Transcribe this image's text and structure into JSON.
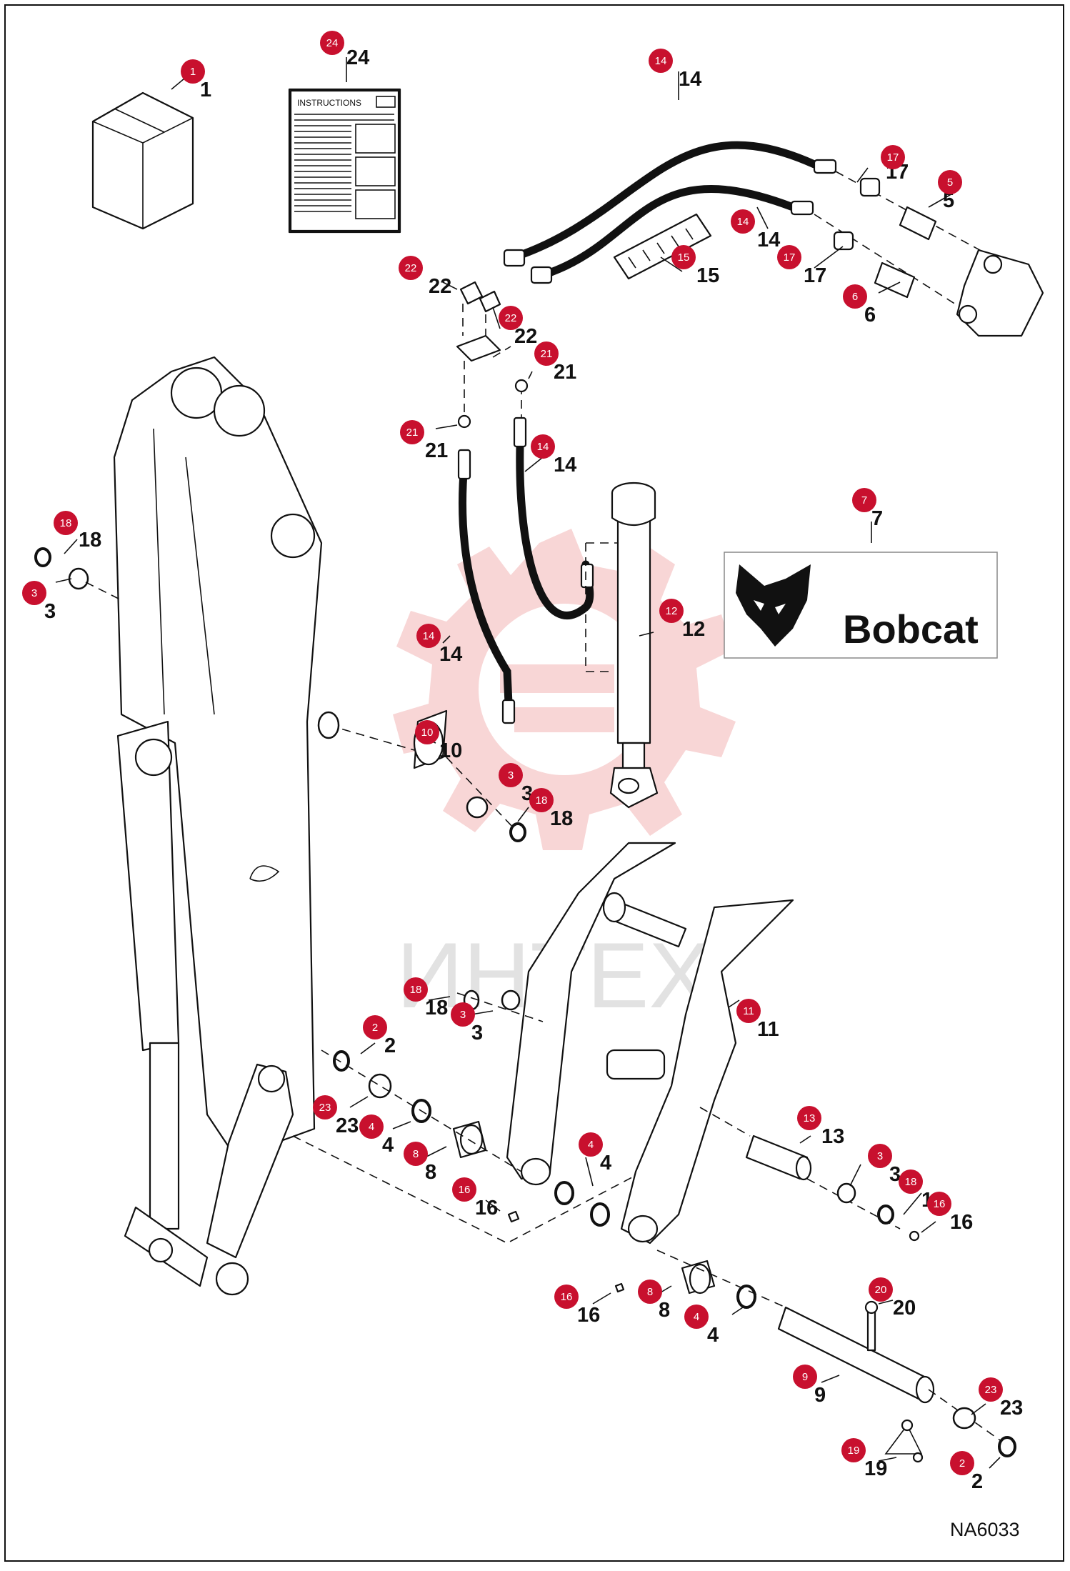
{
  "diagram": {
    "drawing_code": "NA6033",
    "instructions_label": "INSTRUCTIONS",
    "logo_text": "Bobcat",
    "watermark_text": "ИНТЕХ",
    "callouts": [
      {
        "id": "c1",
        "number": "1"
      },
      {
        "id": "c24",
        "number": "24"
      },
      {
        "id": "c14a",
        "number": "14"
      },
      {
        "id": "c17a",
        "number": "17"
      },
      {
        "id": "c5",
        "number": "5"
      },
      {
        "id": "c14b",
        "number": "14"
      },
      {
        "id": "c17b",
        "number": "17"
      },
      {
        "id": "c15",
        "number": "15"
      },
      {
        "id": "c6",
        "number": "6"
      },
      {
        "id": "c22a",
        "number": "22"
      },
      {
        "id": "c22b",
        "number": "22"
      },
      {
        "id": "c21a",
        "number": "21"
      },
      {
        "id": "c21b",
        "number": "21"
      },
      {
        "id": "c14c",
        "number": "14"
      },
      {
        "id": "c7",
        "number": "7"
      },
      {
        "id": "c18a",
        "number": "18"
      },
      {
        "id": "c3a",
        "number": "3"
      },
      {
        "id": "c12",
        "number": "12"
      },
      {
        "id": "c14d",
        "number": "14"
      },
      {
        "id": "c10",
        "number": "10"
      },
      {
        "id": "c3b",
        "number": "3"
      },
      {
        "id": "c18b",
        "number": "18"
      },
      {
        "id": "c18c",
        "number": "18"
      },
      {
        "id": "c3c",
        "number": "3"
      },
      {
        "id": "c11",
        "number": "11"
      },
      {
        "id": "c2a",
        "number": "2"
      },
      {
        "id": "c23a",
        "number": "23"
      },
      {
        "id": "c4a",
        "number": "4"
      },
      {
        "id": "c8a",
        "number": "8"
      },
      {
        "id": "c4b",
        "number": "4"
      },
      {
        "id": "c16a",
        "number": "16"
      },
      {
        "id": "c13",
        "number": "13"
      },
      {
        "id": "c3d",
        "number": "3"
      },
      {
        "id": "c18d",
        "number": "18"
      },
      {
        "id": "c16b",
        "number": "16"
      },
      {
        "id": "c16c",
        "number": "16"
      },
      {
        "id": "c8b",
        "number": "8"
      },
      {
        "id": "c4c",
        "number": "4"
      },
      {
        "id": "c20",
        "number": "20"
      },
      {
        "id": "c9",
        "number": "9"
      },
      {
        "id": "c23b",
        "number": "23"
      },
      {
        "id": "c19",
        "number": "19"
      },
      {
        "id": "c2b",
        "number": "2"
      }
    ]
  },
  "colors": {
    "badge": "#c8102e",
    "ink": "#111111",
    "watermark": "#f3b5b5",
    "watermark_text": "#e2e2e2"
  }
}
